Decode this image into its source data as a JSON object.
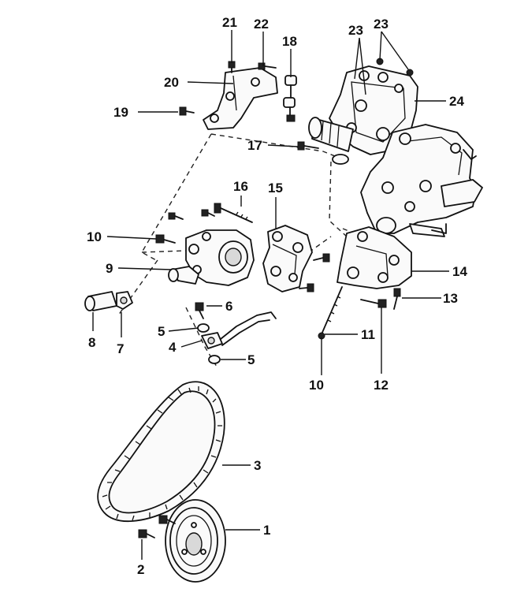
{
  "callouts": {
    "c1": "1",
    "c2": "2",
    "c3": "3",
    "c4": "4",
    "c5a": "5",
    "c5b": "5",
    "c6": "6",
    "c7": "7",
    "c8": "8",
    "c9": "9",
    "c10a": "10",
    "c10b": "10",
    "c11": "11",
    "c12": "12",
    "c13": "13",
    "c14": "14",
    "c15": "15",
    "c16": "16",
    "c17": "17",
    "c18": "18",
    "c19": "19",
    "c20": "20",
    "c21": "21",
    "c22": "22",
    "c23a": "23",
    "c23b": "23",
    "c24": "24"
  },
  "style": {
    "ink": "#111111",
    "paper": "#ffffff"
  }
}
